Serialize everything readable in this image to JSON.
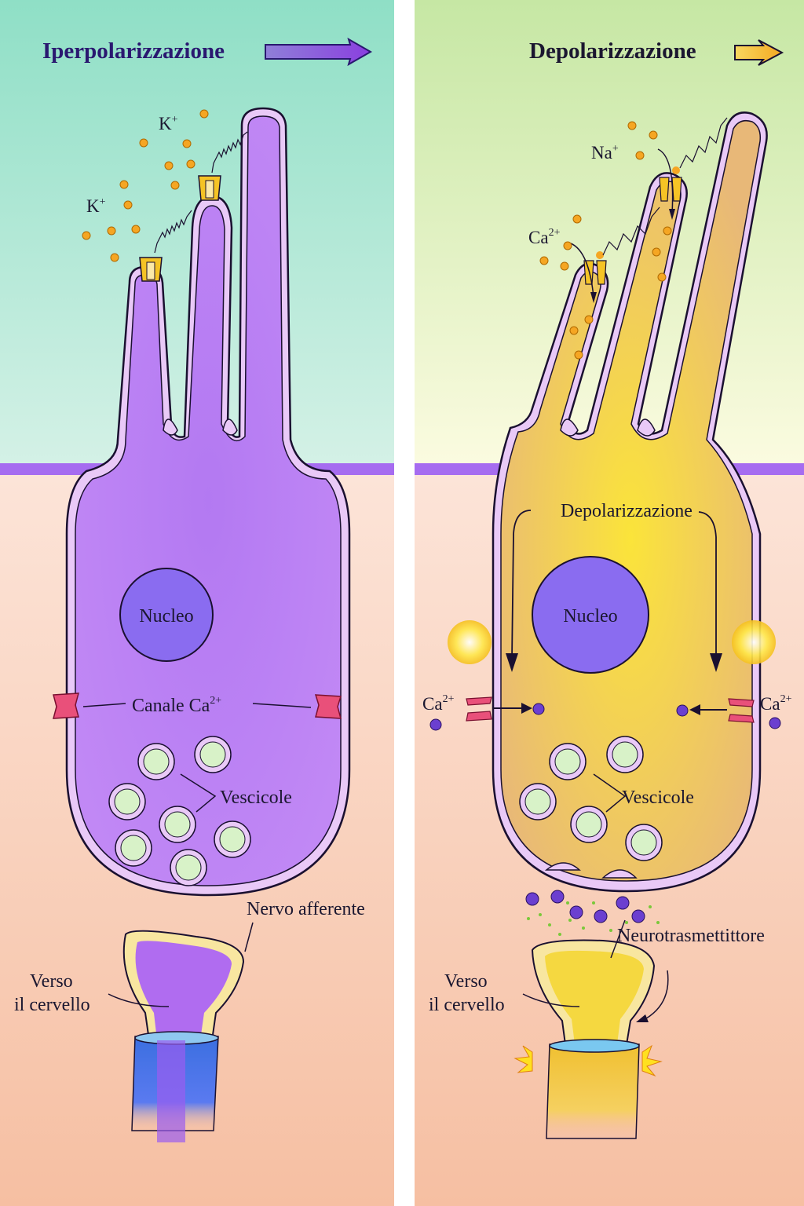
{
  "left_panel": {
    "state": "hyperpolarization",
    "title": "Iperpolarizzazione",
    "arrow_color": "#7a3fd9",
    "ion_labels": [
      {
        "base": "K",
        "charge": "+"
      },
      {
        "base": "K",
        "charge": "+"
      }
    ],
    "ion_particle_color": "#f5a623",
    "cell_fill": "#b57cf0",
    "nucleus_label": "Nucleo",
    "channel_label": {
      "base": "Canale Ca",
      "charge": "2+"
    },
    "vesicles_label": "Vescicole",
    "vesicle_count": 7,
    "afferent_label": "Nervo afferente",
    "to_brain_label_line1": "Verso",
    "to_brain_label_line2": "il cervello",
    "nerve_sheath_color": "#3a6fd8"
  },
  "right_panel": {
    "state": "depolarization",
    "title": "Depolarizzazione",
    "arrow_color": "#f5b820",
    "ion_labels": [
      {
        "base": "Na",
        "charge": "+"
      },
      {
        "base": "Ca",
        "charge": "2+"
      }
    ],
    "cell_fill": "#f2cf3a",
    "internal_label": "Depolarizzazione",
    "nucleus_label": "Nucleo",
    "calcium_labels": [
      {
        "base": "Ca",
        "charge": "2+"
      },
      {
        "base": "Ca",
        "charge": "2+"
      }
    ],
    "vesicles_label": "Vescicole",
    "vesicle_count": 5,
    "neurotransmitter_label": "Neurotrasmettittore",
    "to_brain_label_line1": "Verso",
    "to_brain_label_line2": "il cervello",
    "nerve_sheath_color": "#f0c030"
  },
  "colors": {
    "top_left_bg": "#92e0c8",
    "top_right_bg": "#c8e8a8",
    "bottom_bg": "#f7c6a8",
    "membrane_line": "#a66cf0",
    "membrane_outline": "#e9c9f7",
    "calcium_ion": "#6b3fd0",
    "channel_pink": "#e9507a",
    "channel_yellow": "#f5c325"
  }
}
